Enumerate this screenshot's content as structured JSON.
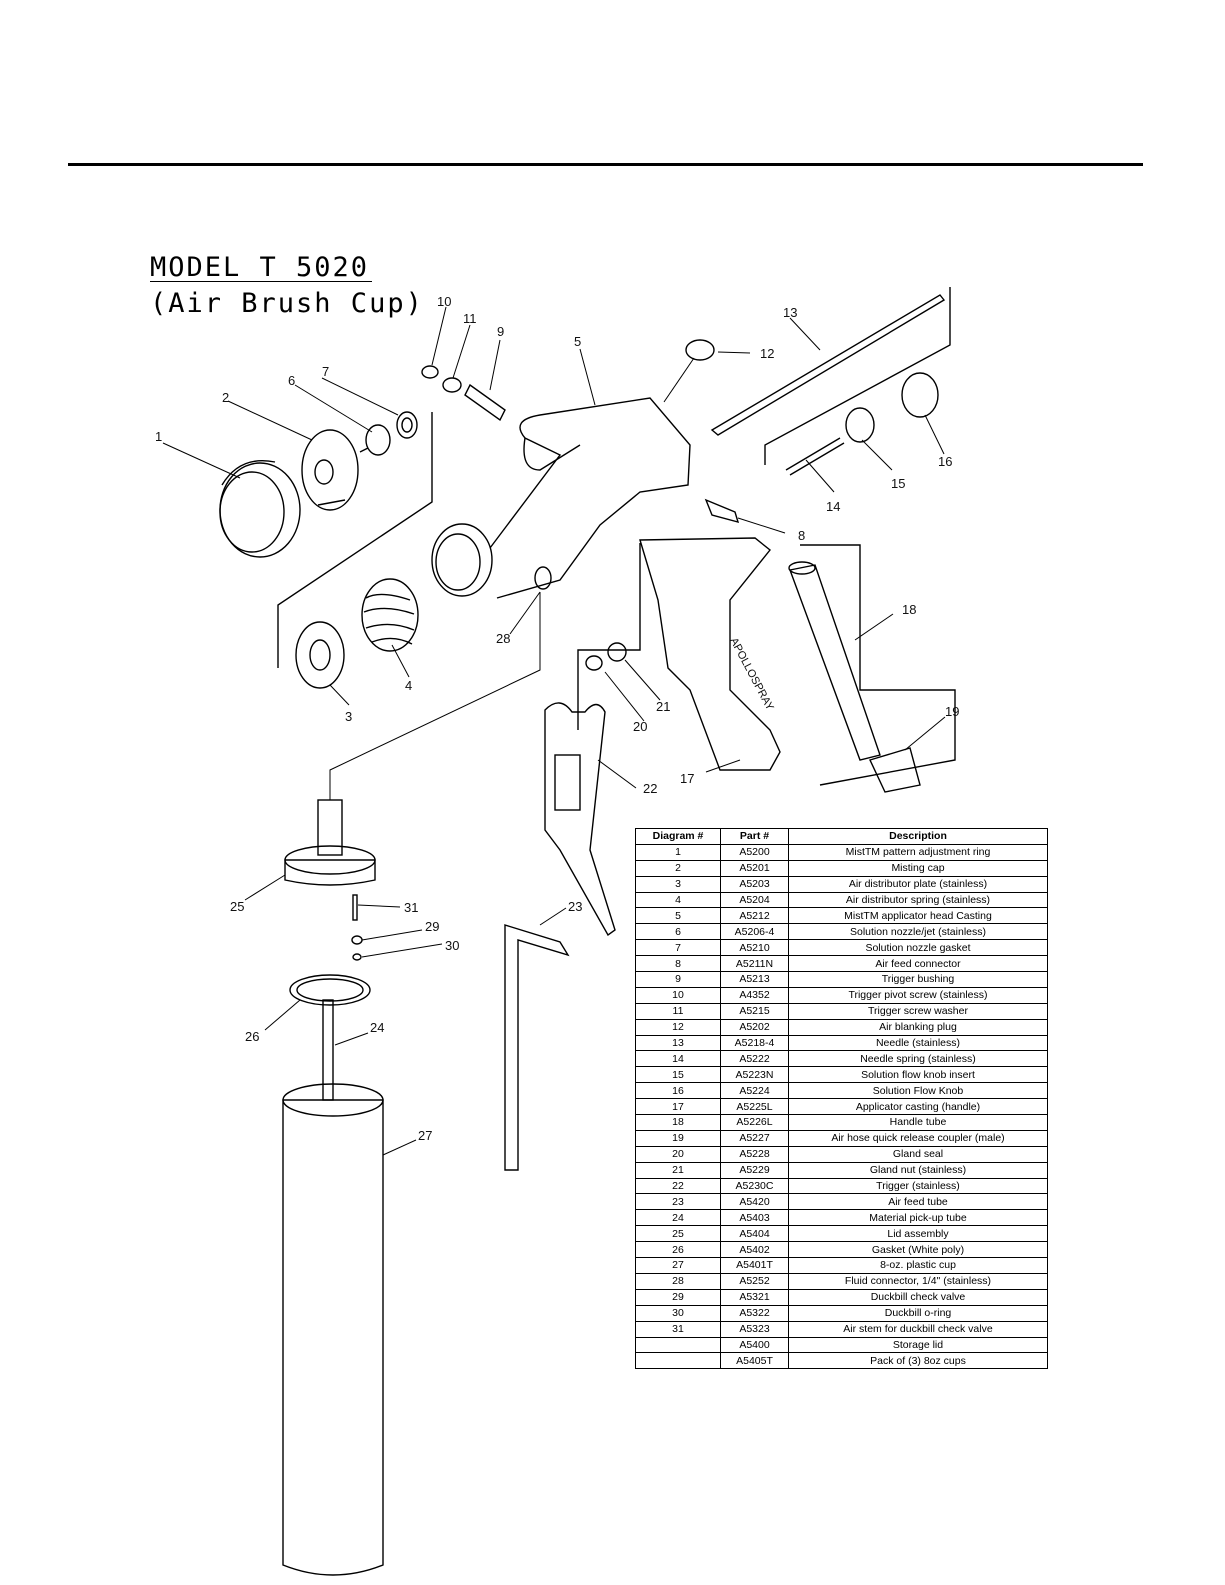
{
  "title": {
    "line1": "MODEL T 5020",
    "line2": "(Air Brush Cup)"
  },
  "callouts": [
    "1",
    "2",
    "3",
    "4",
    "5",
    "6",
    "7",
    "8",
    "9",
    "10",
    "11",
    "12",
    "13",
    "14",
    "15",
    "16",
    "17",
    "18",
    "19",
    "20",
    "21",
    "22",
    "23",
    "24",
    "25",
    "26",
    "27",
    "28",
    "29",
    "30",
    "31"
  ],
  "handle_text": "APOLLOSPRAY",
  "table": {
    "headers": [
      "Diagram #",
      "Part #",
      "Description"
    ],
    "rows": [
      [
        "1",
        "A5200",
        "MistTM pattern adjustment ring"
      ],
      [
        "2",
        "A5201",
        "Misting cap"
      ],
      [
        "3",
        "A5203",
        "Air distributor plate (stainless)"
      ],
      [
        "4",
        "A5204",
        "Air distributor spring (stainless)"
      ],
      [
        "5",
        "A5212",
        "MistTM applicator head Casting"
      ],
      [
        "6",
        "A5206-4",
        "Solution nozzle/jet (stainless)"
      ],
      [
        "7",
        "A5210",
        "Solution nozzle gasket"
      ],
      [
        "8",
        "A5211N",
        "Air feed connector"
      ],
      [
        "9",
        "A5213",
        "Trigger bushing"
      ],
      [
        "10",
        "A4352",
        "Trigger pivot screw (stainless)"
      ],
      [
        "11",
        "A5215",
        "Trigger screw washer"
      ],
      [
        "12",
        "A5202",
        "Air blanking plug"
      ],
      [
        "13",
        "A5218-4",
        "Needle (stainless)"
      ],
      [
        "14",
        "A5222",
        "Needle spring (stainless)"
      ],
      [
        "15",
        "A5223N",
        "Solution flow knob insert"
      ],
      [
        "16",
        "A5224",
        "Solution Flow Knob"
      ],
      [
        "17",
        "A5225L",
        "Applicator casting (handle)"
      ],
      [
        "18",
        "A5226L",
        "Handle tube"
      ],
      [
        "19",
        "A5227",
        "Air hose quick release coupler (male)"
      ],
      [
        "20",
        "A5228",
        "Gland seal"
      ],
      [
        "21",
        "A5229",
        "Gland nut (stainless)"
      ],
      [
        "22",
        "A5230C",
        "Trigger (stainless)"
      ],
      [
        "23",
        "A5420",
        "Air feed tube"
      ],
      [
        "24",
        "A5403",
        "Material pick-up tube"
      ],
      [
        "25",
        "A5404",
        "Lid assembly"
      ],
      [
        "26",
        "A5402",
        "Gasket (White poly)"
      ],
      [
        "27",
        "A5401T",
        "8-oz. plastic cup"
      ],
      [
        "28",
        "A5252",
        "Fluid connector, 1/4\" (stainless)"
      ],
      [
        "29",
        "A5321",
        "Duckbill check valve"
      ],
      [
        "30",
        "A5322",
        "Duckbill o-ring"
      ],
      [
        "31",
        "A5323",
        "Air stem for duckbill check valve"
      ],
      [
        "",
        "A5400",
        "Storage lid"
      ],
      [
        "",
        "A5405T",
        "Pack of (3) 8oz cups"
      ]
    ]
  }
}
